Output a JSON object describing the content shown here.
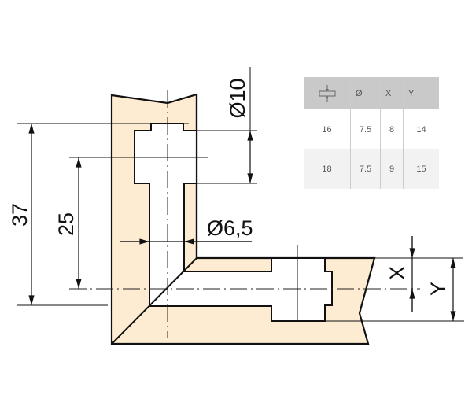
{
  "drawing": {
    "dimensions": {
      "overall": "37",
      "center": "25",
      "large_diameter": "Ø10",
      "small_diameter": "Ø6,5",
      "x_label": "X",
      "y_label": "Y"
    },
    "colors": {
      "board": "#fdecd2",
      "line": "#111111"
    }
  },
  "table": {
    "header_icon": "board-thickness-icon",
    "headers": [
      "Ø",
      "X",
      "Y"
    ],
    "rows": [
      [
        "16",
        "7.5",
        "8",
        "14"
      ],
      [
        "18",
        "7.5",
        "9",
        "15"
      ]
    ]
  }
}
